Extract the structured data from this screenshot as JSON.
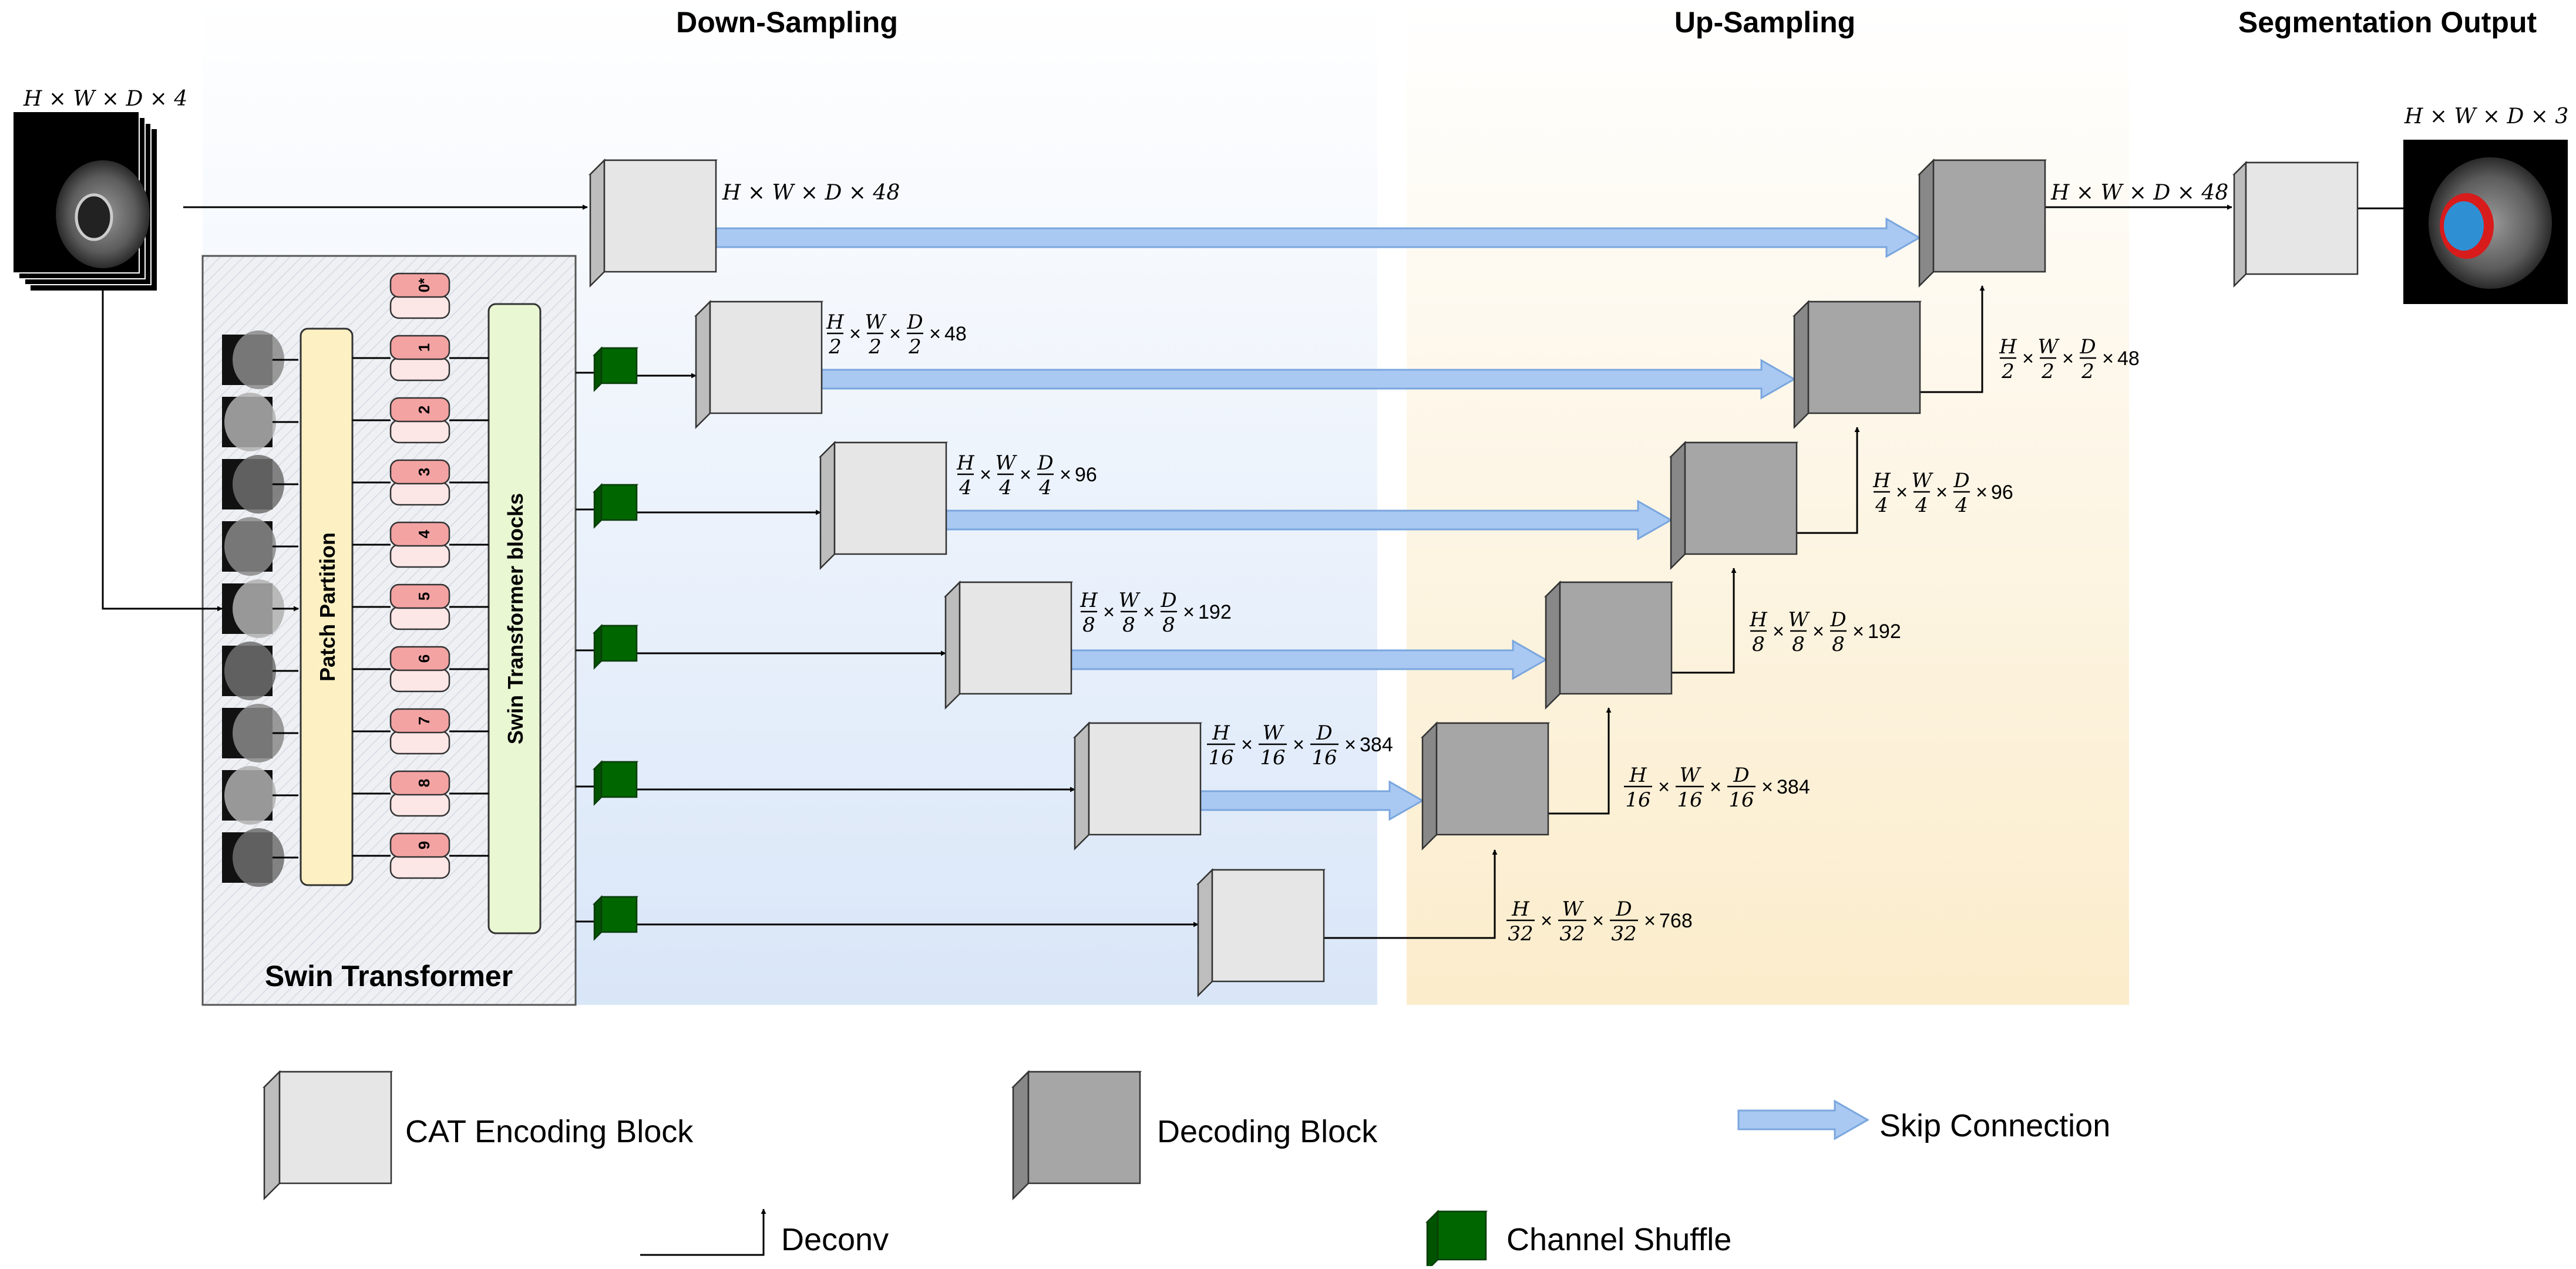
{
  "headers": {
    "down": "Down-Sampling",
    "up": "Up-Sampling",
    "seg": "Segmentation Output"
  },
  "input_label": "H × W × D × 4",
  "output_label": "H × W × D × 3",
  "swin": {
    "title": "Swin Transformer",
    "patch_partition": "Patch Partition",
    "blocks": "Swin Transformer blocks",
    "tokens": [
      "0*",
      "1",
      "2",
      "3",
      "4",
      "5",
      "6",
      "7",
      "8",
      "9"
    ]
  },
  "encoder_dims": [
    {
      "label": "H × W × D × 48"
    },
    {
      "d": "2",
      "c": "48"
    },
    {
      "d": "4",
      "c": "96"
    },
    {
      "d": "8",
      "c": "192"
    },
    {
      "d": "16",
      "c": "384"
    }
  ],
  "decoder_dims": [
    {
      "label": "H × W × D × 48"
    },
    {
      "d": "2",
      "c": "48"
    },
    {
      "d": "4",
      "c": "96"
    },
    {
      "d": "8",
      "c": "192"
    },
    {
      "d": "16",
      "c": "384"
    },
    {
      "d": "32",
      "c": "768"
    }
  ],
  "legend": {
    "encoding": "CAT Encoding Block",
    "decoding": "Decoding Block",
    "skip": "Skip Connection",
    "deconv": "Deconv",
    "shuffle": "Channel Shuffle"
  },
  "colors": {
    "down_bg": "#dde8f7",
    "up_bg": "#fbf0d3",
    "enc_face": "#e6e6e6",
    "dec_face": "#a6a6a6",
    "shuffle": "#006600",
    "skip_arrow": "#a9c9f2",
    "token_fill": "#f4a3a3",
    "patch_fill": "#fdf1c3",
    "blocks_fill": "#e9f7d3"
  }
}
